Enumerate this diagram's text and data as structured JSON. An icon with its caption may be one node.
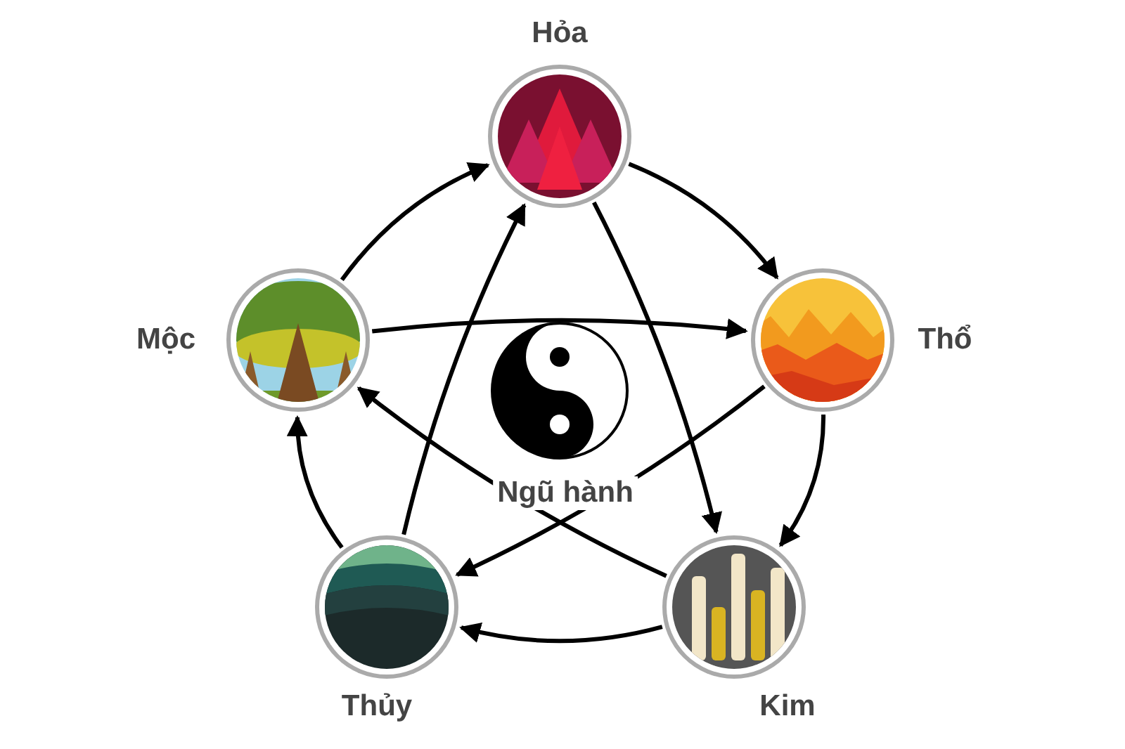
{
  "diagram": {
    "nodes": [
      {
        "text": [
          "Hỏa"
        ]
      },
      {
        "text": [
          "Mộc"
        ]
      },
      {
        "text": [
          "Thổ"
        ]
      },
      {
        "text": [
          "Thủy"
        ]
      },
      {
        "text": [
          "Kim"
        ]
      }
    ],
    "edges": [
      {
        "from": 1,
        "to": 0,
        "arrow": "to"
      },
      {
        "from": 0,
        "to": 2,
        "arrow": "to"
      },
      {
        "from": 2,
        "to": 4,
        "arrow": "to"
      },
      {
        "from": 4,
        "to": 3,
        "arrow": "to"
      },
      {
        "from": 3,
        "to": 1,
        "arrow": "to"
      },
      {
        "from": 1,
        "to": 2,
        "arrow": "to"
      },
      {
        "from": 2,
        "to": 3,
        "arrow": "to"
      },
      {
        "from": 3,
        "to": 0,
        "arrow": "to"
      },
      {
        "from": 0,
        "to": 4,
        "arrow": "to"
      },
      {
        "from": 4,
        "to": 1,
        "arrow": "to"
      }
    ],
    "labels": [
      "Ngũ hành"
    ]
  }
}
